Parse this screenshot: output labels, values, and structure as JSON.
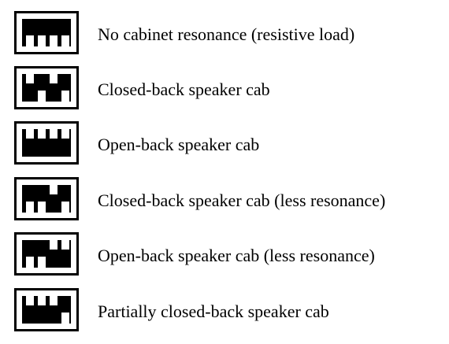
{
  "rows": [
    {
      "label": "No cabinet resonance (resistive load)",
      "switches": [
        "down",
        "down",
        "down",
        "down"
      ]
    },
    {
      "label": "Closed-back speaker cab",
      "switches": [
        "up",
        "down",
        "up",
        "down"
      ]
    },
    {
      "label": "Open-back speaker cab",
      "switches": [
        "up",
        "up",
        "up",
        "up"
      ]
    },
    {
      "label": "Closed-back speaker cab (less resonance)",
      "switches": [
        "down",
        "down",
        "up",
        "down"
      ]
    },
    {
      "label": "Open-back speaker cab (less resonance)",
      "switches": [
        "down",
        "down",
        "up",
        "up"
      ]
    },
    {
      "label": "Partially closed-back speaker cab",
      "switches": [
        "up",
        "up",
        "up",
        "down"
      ]
    }
  ]
}
